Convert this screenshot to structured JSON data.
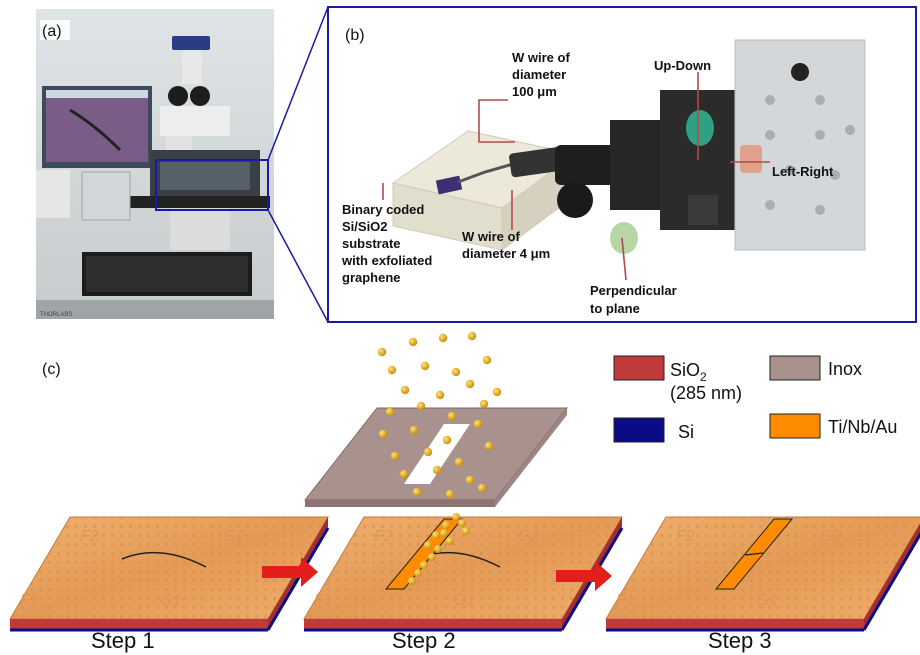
{
  "panels": {
    "a": {
      "tag": "(a)"
    },
    "b": {
      "tag": "(b)",
      "labels": {
        "wire100_l1": "W wire of",
        "wire100_l2": "diameter",
        "wire100_l3": "100 μm",
        "updown": "Up-Down",
        "leftright": "Left-Right",
        "substrate_l1": "Binary coded",
        "substrate_l2": "Si/SiO2",
        "substrate_l3": "substrate",
        "substrate_l4": "with exfoliated",
        "substrate_l5": "graphene",
        "wire4_l1": "W wire of",
        "wire4_l2": "diameter 4 μm",
        "perp_l1": "Perpendicular",
        "perp_l2": "to plane"
      }
    },
    "c": {
      "tag": "(c)",
      "legend": {
        "sio2_main": "SiO",
        "sio2_sub": "2",
        "sio2_thickness": "(285 nm)",
        "inox": "Inox",
        "si": "Si",
        "metal": "Ti/Nb/Au"
      },
      "steps": [
        "Step 1",
        "Step 2",
        "Step 3"
      ],
      "chip_marks": {
        "f2": "F2",
        "g2": "G2",
        "f1": "F1",
        "g1": "G1"
      }
    }
  },
  "colors": {
    "frame_blue": "#1a1aa8",
    "sio2": "#c0393b",
    "inox": "#a9918e",
    "si": "#0b0b86",
    "metal": "#ff8c00",
    "gold": "#e1a20c",
    "arrow_red": "#e41d1d",
    "chip_top": "#e8a25c",
    "label_arrow": "#b24a4a"
  }
}
